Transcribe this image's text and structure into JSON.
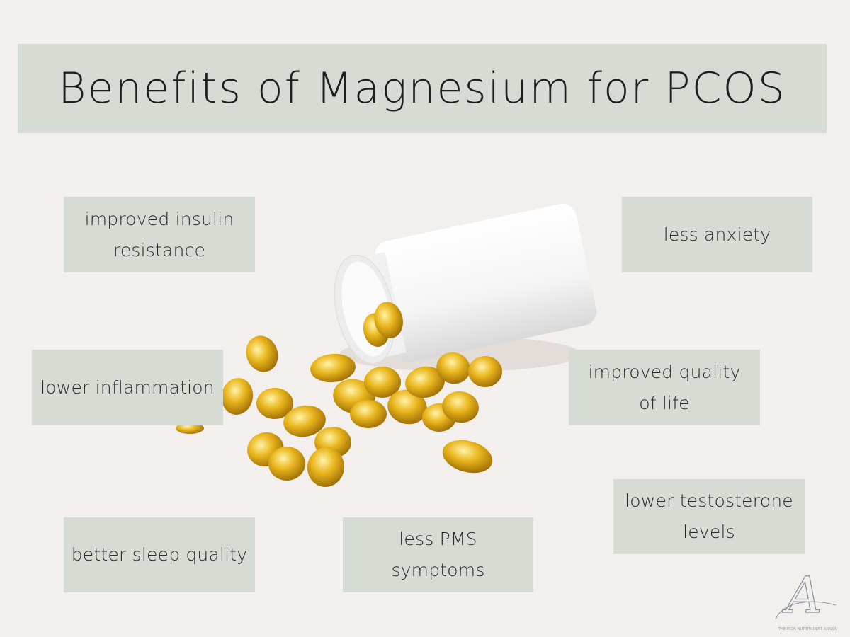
{
  "title": "Benefits of Magnesium for PCOS",
  "benefits": [
    "improved insulin resistance",
    "less anxiety",
    "lower inflammation",
    "improved quality of life",
    "lower testosterone levels",
    "better sleep quality",
    "less PMS symptoms"
  ],
  "benefit_lines": [
    [
      "improved insulin",
      "resistance"
    ],
    [
      "less anxiety"
    ],
    [
      "lower inflammation"
    ],
    [
      "improved quality",
      "of life"
    ],
    [
      "lower testosterone",
      "levels"
    ],
    [
      "better sleep quality"
    ],
    [
      "less PMS",
      "symptoms"
    ]
  ],
  "logo": {
    "letter": "A",
    "text": "THE PCOS NUTRITIONIST ALYSSA"
  },
  "colors": {
    "background": "#f3efec",
    "box": "#d6dcd4",
    "capsule": "#e8b41c"
  }
}
